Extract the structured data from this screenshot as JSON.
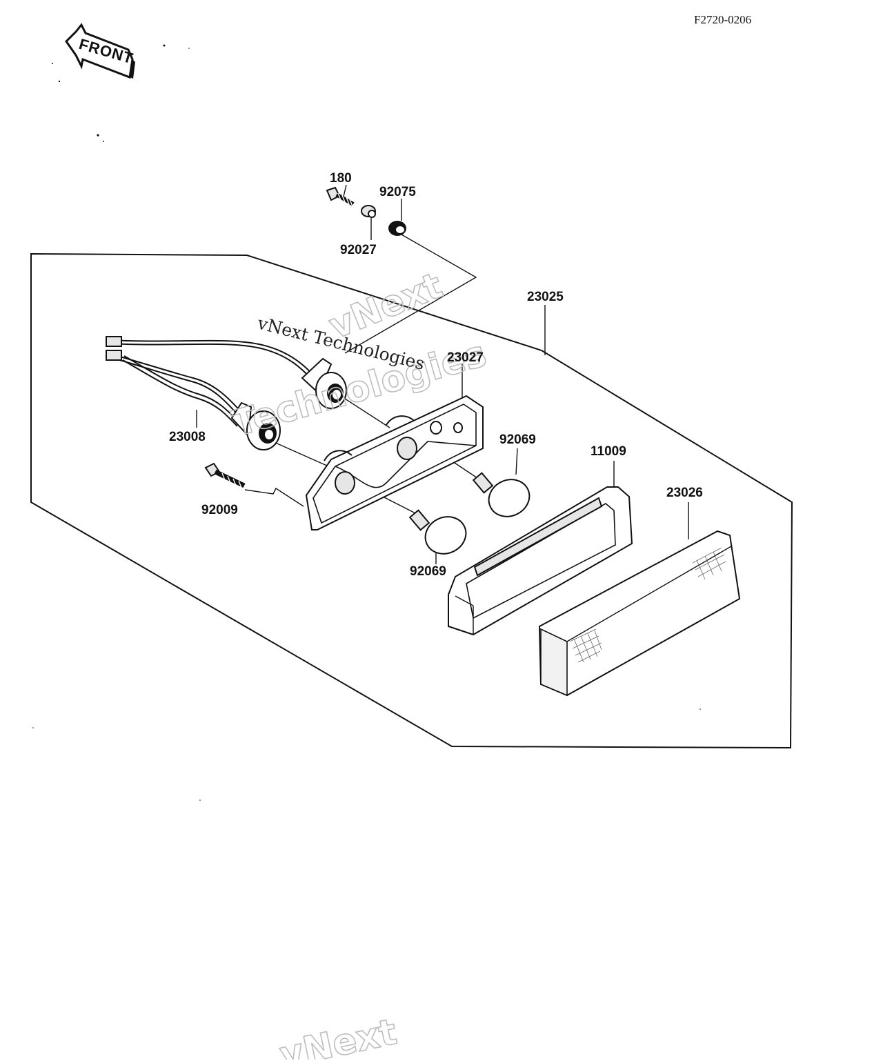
{
  "diagram": {
    "reference_code": "F2720-0206",
    "front_marker": "FRONT",
    "watermarks": {
      "serif_line": "vNext Technologies",
      "outline_line1": "vNext",
      "outline_line2": "Technologies",
      "bottom": "vNext"
    },
    "callouts": {
      "p180": "180",
      "p92075": "92075",
      "p92027": "92027",
      "p23025": "23025",
      "p23027": "23027",
      "p23008": "23008",
      "p92069_upper": "92069",
      "p11009": "11009",
      "p23026": "23026",
      "p92009": "92009",
      "p92069_lower": "92069"
    }
  }
}
